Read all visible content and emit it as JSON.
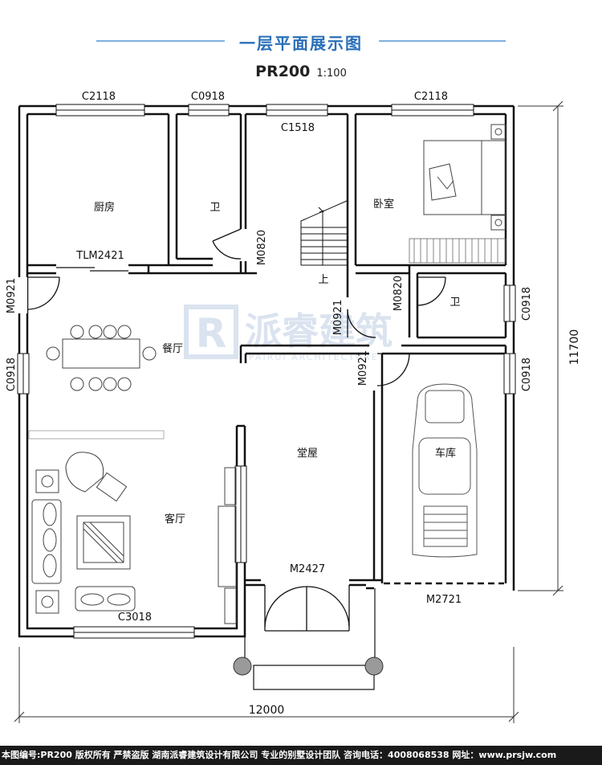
{
  "header": {
    "title": "一层平面展示图",
    "plan_code": "PR200",
    "scale": "1:100"
  },
  "rooms": {
    "kitchen": "厨房",
    "bath_top": "卫",
    "bedroom": "卧室",
    "bath_right": "卫",
    "dining": "餐厅",
    "living": "客厅",
    "hall": "堂屋",
    "garage": "车库",
    "stairs_up": "上"
  },
  "openings": {
    "window_kitchen": "C2118",
    "window_bath": "C0918",
    "window_stair": "C1518",
    "window_bedroom": "C2118",
    "sliding_door_kitchen": "TLM2421",
    "door_bath_top": "M0820",
    "door_side": "M0921",
    "window_dining": "C0918",
    "door_stair": "M0921",
    "door_bath_right": "M0820",
    "window_bath_right": "C0918",
    "door_garage_inner": "M0921",
    "window_garage": "C0918",
    "window_living": "C3018",
    "door_main": "M2427",
    "door_garage": "M2721"
  },
  "dimensions": {
    "width": "12000",
    "depth": "11700"
  },
  "watermark": {
    "logo_letter": "R",
    "name": "派睿建筑",
    "sub": "PAIRUI ARCHITECTURE"
  },
  "footer": {
    "text": "本图编号:PR200 版权所有 严禁盗版 湖南派睿建筑设计有限公司 专业的别墅设计团队 咨询电话：4008068538 网址：www.prsjw.com"
  }
}
